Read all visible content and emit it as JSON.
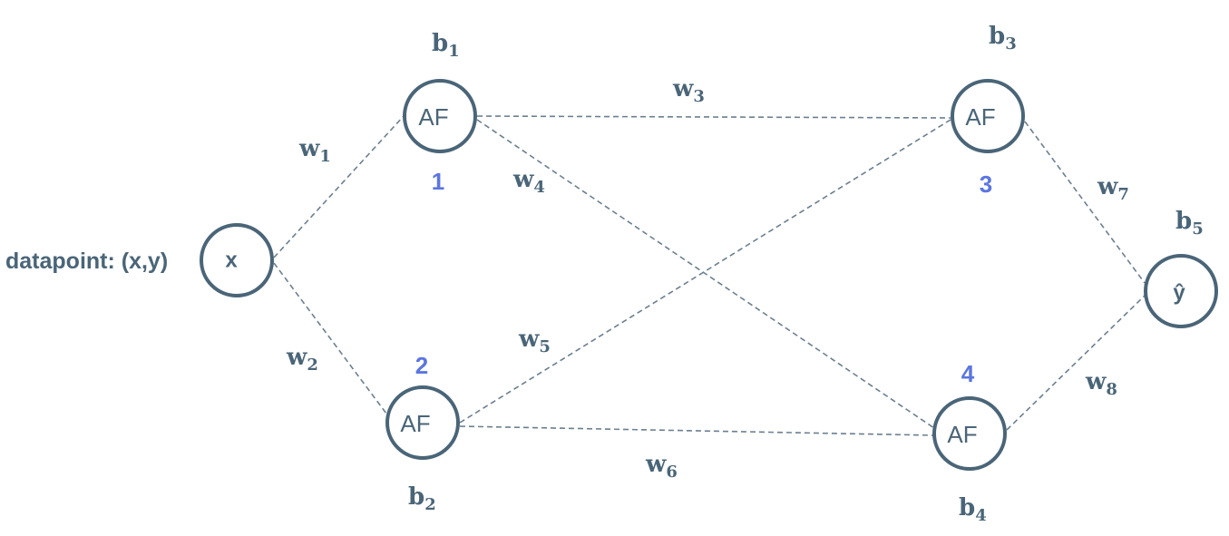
{
  "datapoint_label": "datapoint: (x,y)",
  "nodes": {
    "input": {
      "label": "x"
    },
    "n1": {
      "label": "AF",
      "index": "1",
      "bias_base": "b",
      "bias_sub": "1"
    },
    "n2": {
      "label": "AF",
      "index": "2",
      "bias_base": "b",
      "bias_sub": "2"
    },
    "n3": {
      "label": "AF",
      "index": "3",
      "bias_base": "b",
      "bias_sub": "3"
    },
    "n4": {
      "label": "AF",
      "index": "4",
      "bias_base": "b",
      "bias_sub": "4"
    },
    "output": {
      "label": "ŷ",
      "bias_base": "b",
      "bias_sub": "5"
    }
  },
  "weights": {
    "w1": {
      "base": "w",
      "sub": "1"
    },
    "w2": {
      "base": "w",
      "sub": "2"
    },
    "w3": {
      "base": "w",
      "sub": "3"
    },
    "w4": {
      "base": "w",
      "sub": "4"
    },
    "w5": {
      "base": "w",
      "sub": "5"
    },
    "w6": {
      "base": "w",
      "sub": "6"
    },
    "w7": {
      "base": "w",
      "sub": "7"
    },
    "w8": {
      "base": "w",
      "sub": "8"
    }
  },
  "colors": {
    "node_stroke": "#4a6578",
    "edge": "#6b7f90",
    "index": "#5b76e0"
  }
}
